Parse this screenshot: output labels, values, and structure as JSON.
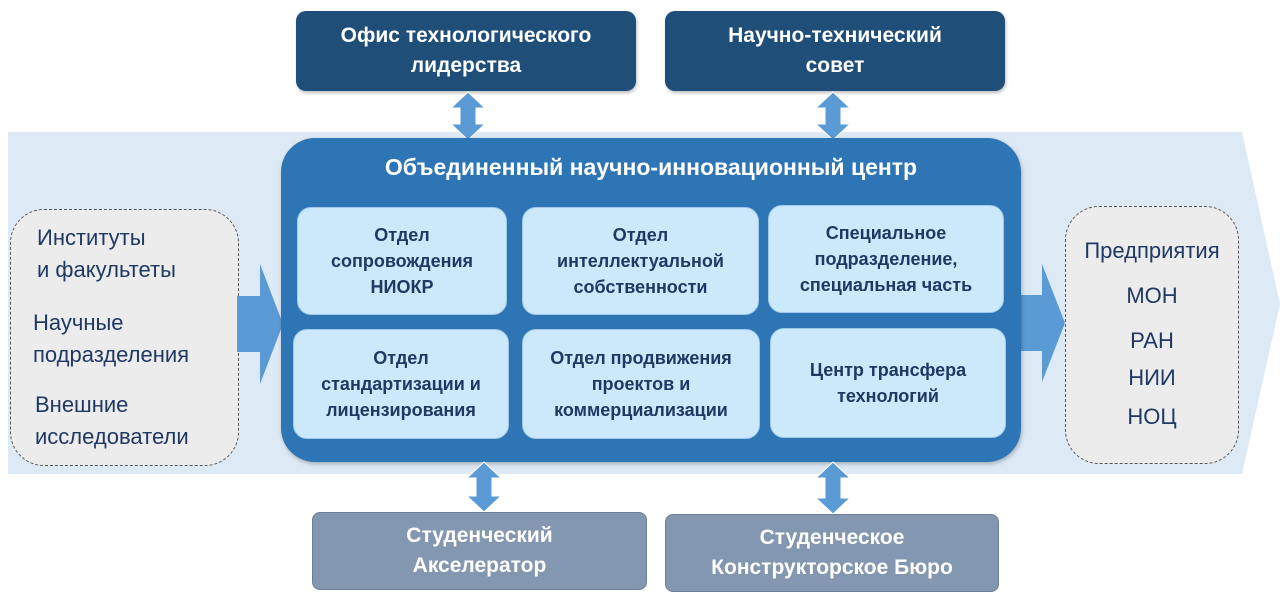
{
  "top_boxes": {
    "office": [
      "Офис технологического",
      "лидерства"
    ],
    "council": [
      "Научно-технический",
      "совет"
    ]
  },
  "center": {
    "title": "Объединенный научно-инновационный центр",
    "departments": [
      [
        "Отдел",
        "сопровождения",
        "НИОКР"
      ],
      [
        "Отдел",
        "интеллектуальной",
        "собственности"
      ],
      [
        "Специальное",
        "подразделение,",
        "специальная часть"
      ],
      [
        "Отдел",
        "стандартизации и",
        "лицензирования"
      ],
      [
        "Отдел продвижения",
        "проектов и",
        "коммерциализации"
      ],
      [
        "Центр трансфера",
        "технологий"
      ]
    ]
  },
  "left_panel": {
    "items": [
      [
        "Институты",
        "и факультеты"
      ],
      [
        "Научные",
        "подразделения"
      ],
      [
        "Внешние",
        "исследователи"
      ]
    ]
  },
  "right_panel": {
    "items": [
      "Предприятия",
      "МОН",
      "РАН",
      "НИИ",
      "НОЦ"
    ]
  },
  "bottom_boxes": {
    "accelerator": [
      "Студенческий",
      "Акселератор"
    ],
    "bureau": [
      "Студенческое",
      "Конструкторское Бюро"
    ]
  },
  "colors": {
    "band": "#dde9f5",
    "top_box": "#1f4e79",
    "center": "#2e75b6",
    "department": "#cce8fb",
    "bottom_box": "#8497b0",
    "arrow": "#5b9bd5",
    "text_dark": "#1f3864"
  }
}
